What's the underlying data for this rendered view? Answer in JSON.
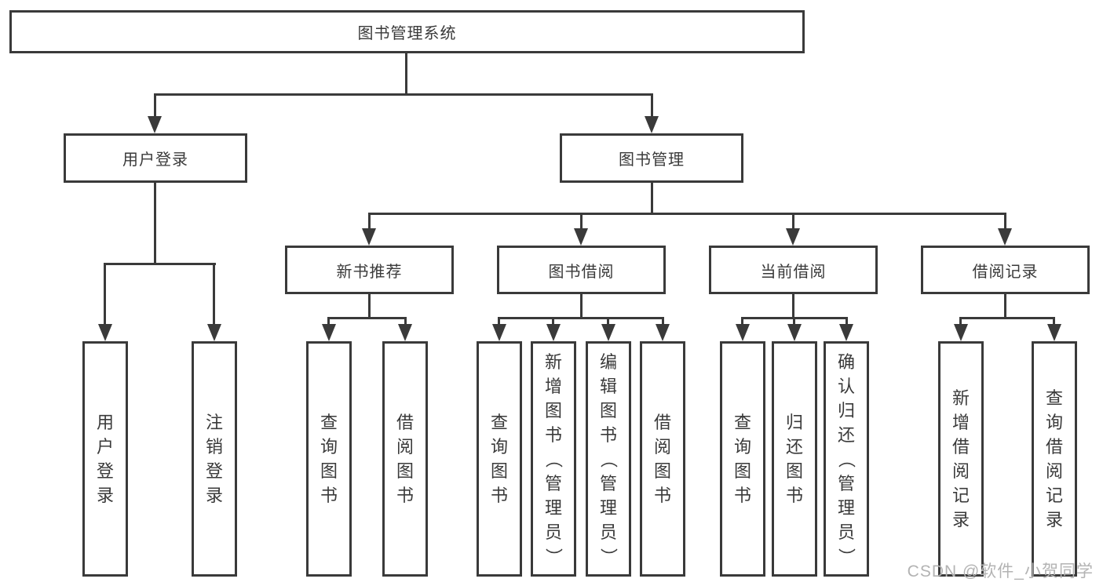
{
  "title": {
    "label": "图书管理系统"
  },
  "nodes": {
    "user_login": "用户登录",
    "book_mgmt": "图书管理",
    "new_book_rec": "新书推荐",
    "book_borrow": "图书借阅",
    "current_borrow": "当前借阅",
    "borrow_record": "借阅记录"
  },
  "leaves": {
    "user_login": [
      "用户登录",
      "注销登录"
    ],
    "new_book_rec": [
      "查询图书",
      "借阅图书"
    ],
    "book_borrow": [
      "查询图书",
      "新增图书（管理员）",
      "编辑图书（管理员）",
      "借阅图书"
    ],
    "current_borrow": [
      "查询图书",
      "归还图书",
      "确认归还（管理员）"
    ],
    "borrow_record": [
      "新增借阅记录",
      "查询借阅记录"
    ]
  },
  "watermark": "CSDN @软件_小贺同学",
  "colors": {
    "line": "#3a3a3a",
    "text": "#3a3a3a",
    "watermark": "#b3b3b3"
  }
}
